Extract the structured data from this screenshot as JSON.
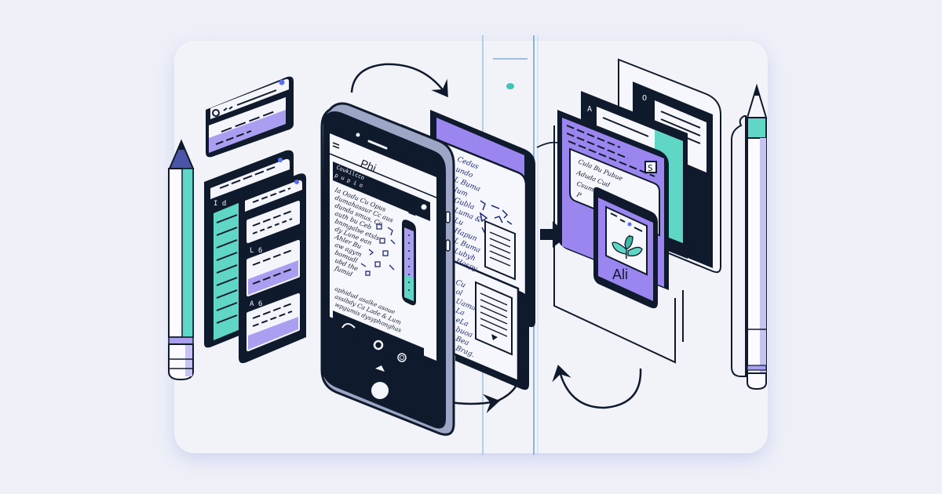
{
  "colors": {
    "background": "#eef0f8",
    "card": "#f2f3f9",
    "ink": "#0f1b2d",
    "purple": "#9b86f0",
    "teal": "#5fd6c6",
    "blue_line": "#5a9bd8",
    "dot_blue": "#5a6ef0",
    "lavender": "#b9b3ee"
  },
  "left_panel": {
    "top_card": {
      "icon": "link-icon"
    },
    "column_a": {
      "label": "I d"
    },
    "column_b": {
      "section_1_label": "L 6",
      "section_2_label": "A 6"
    }
  },
  "phone": {
    "header_menu_icon": "menu-icon",
    "title": "Phi",
    "subtitle_line1": "Coukilcco",
    "subtitle_line2": "p u p i o",
    "body_lines": [
      "Ia Oadu Cu Opus",
      "dumahassur Cc aus",
      "dunda smus, Cc",
      "auth bu Ceb",
      "bnmgalse etsls",
      "dy Lune ean",
      "Ahler Bu",
      "aw agym",
      "bomudl",
      "ubd the",
      "fumid"
    ],
    "footer_lines": [
      "aphidud asalke asoue",
      "assibdy Ca Lade & Lum",
      "wpgumis dysyphonghas"
    ],
    "nav": {
      "back": "back-icon",
      "home": "home-icon",
      "settings": "settings-icon"
    }
  },
  "middle_sheets": {
    "sheet_lines": [
      "Cedus",
      "undo",
      "L Buma",
      "Ium",
      "Gubla",
      "Luma &",
      "Lu",
      "Hapun",
      "L Buma",
      "Lubyh",
      "Hospy."
    ],
    "lower_lines": [
      "Cu",
      "ol",
      "Uama",
      "La",
      "eLa",
      "buoa",
      "Bea",
      "Brag."
    ]
  },
  "right_stack": {
    "sheet_label_a": "A",
    "sheet_label_b": "O",
    "doc_lines": [
      "Cula Bu Pubue",
      "Aduda Cud",
      "Csumal",
      "P"
    ],
    "doc_badge": "S",
    "app_card": {
      "title": "Ali",
      "icon": "plant-icon"
    }
  },
  "arrows": {
    "top": "curved-arrow-right",
    "middle": "arrow-right",
    "bottom_left": "curved-arrow-right",
    "bottom_right": "curved-arrow-back"
  }
}
